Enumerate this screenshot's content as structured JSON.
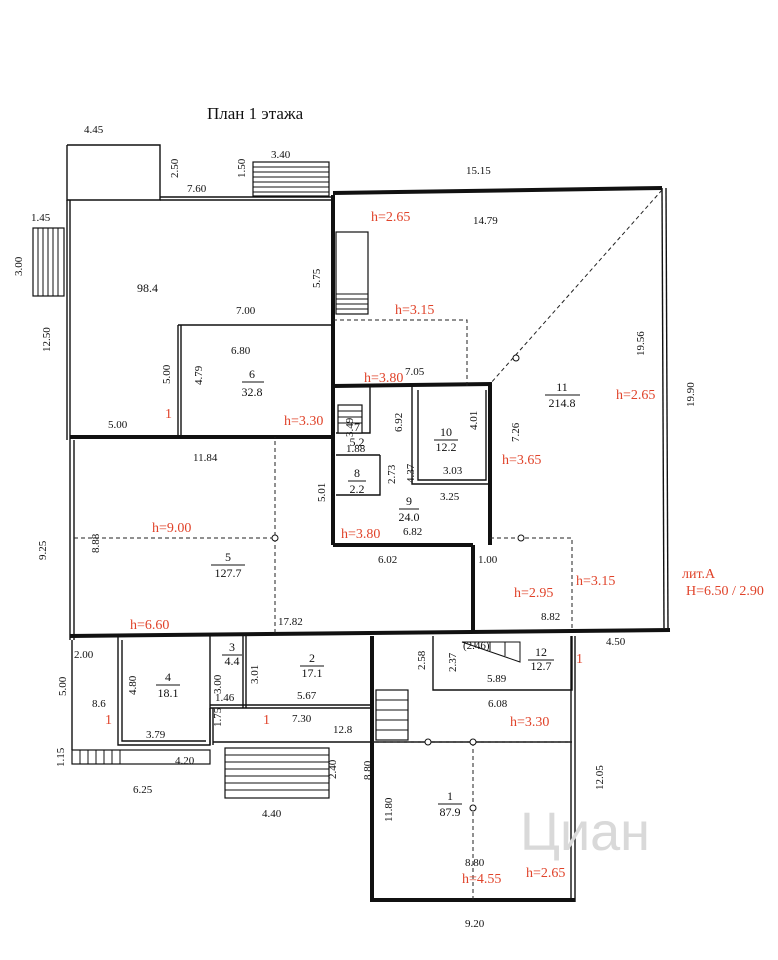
{
  "title": "План 1 этажа",
  "dimensions": [
    "4.45",
    "2.50",
    "7.60",
    "1.50",
    "3.40",
    "15.15",
    "14.79",
    "1.45",
    "3.00",
    "5.75",
    "12.50",
    "7.00",
    "6.80",
    "5.00",
    "4.79",
    "7.05",
    "6.92",
    "4.01",
    "7.26",
    "19.56",
    "19.90",
    "5.00",
    "11.84",
    "3.49",
    "1.88",
    "2.73",
    "4.37",
    "3.03",
    "3.25",
    "5.01",
    "6.82",
    "9.25",
    "8.88",
    "6.02",
    "1.00",
    "8.82",
    "4.50",
    "17.82",
    "2.00",
    "5.00",
    "4.80",
    "8.6",
    "3.00",
    "1.46",
    "3.01",
    "5.67",
    "2.58",
    "2.37",
    "(2.46)",
    "5.89",
    "6.08",
    "3.79",
    "1.75",
    "7.30",
    "12.8",
    "1.15",
    "4.20",
    "6.25",
    "2.40",
    "4.40",
    "8.80",
    "11.80",
    "12.05",
    "8.80",
    "9.20"
  ],
  "heights": [
    "h=2.65",
    "h=3.15",
    "h=3.80",
    "h=3.30",
    "h=3.65",
    "h=9.00",
    "h=3.80",
    "h=2.95",
    "h=3.15",
    "h=6.60",
    "h=3.30",
    "h=4.55",
    "h=2.65",
    "h=2.65"
  ],
  "rooms": [
    {
      "num": "",
      "area": "98.4"
    },
    {
      "num": "6",
      "area": "32.8"
    },
    {
      "num": "7",
      "area": "5.2"
    },
    {
      "num": "8",
      "area": "2.2"
    },
    {
      "num": "9",
      "area": "24.0"
    },
    {
      "num": "10",
      "area": "12.2"
    },
    {
      "num": "11",
      "area": "214.8"
    },
    {
      "num": "5",
      "area": "127.7"
    },
    {
      "num": "4",
      "area": "18.1"
    },
    {
      "num": "3",
      "area": "4.4"
    },
    {
      "num": "2",
      "area": "17.1"
    },
    {
      "num": "12",
      "area": "12.7"
    },
    {
      "num": "1",
      "area": "87.9"
    }
  ],
  "marks": [
    "1",
    "1",
    "1",
    "1"
  ],
  "lit": {
    "line1": "лит.А",
    "line2": "H=6.50 / 2.90"
  },
  "watermark": "Циан"
}
